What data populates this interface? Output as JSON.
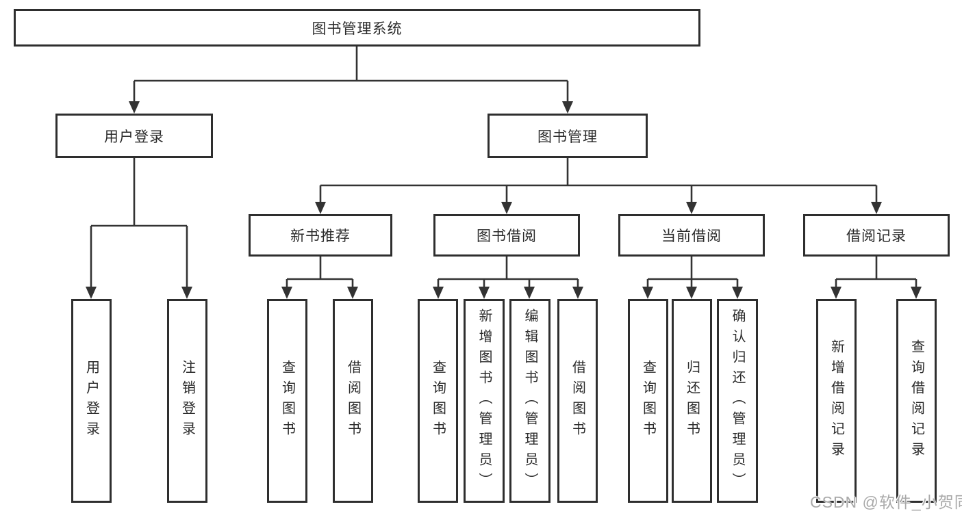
{
  "tree": {
    "root": {
      "label": "图书管理系统"
    },
    "branches": [
      {
        "label": "用户登录",
        "children": [
          {
            "label": "用户登录"
          },
          {
            "label": "注销登录"
          }
        ]
      },
      {
        "label": "图书管理",
        "children": [
          {
            "label": "新书推荐",
            "children": [
              {
                "label": "查询图书"
              },
              {
                "label": "借阅图书"
              }
            ]
          },
          {
            "label": "图书借阅",
            "children": [
              {
                "label": "查询图书"
              },
              {
                "label": "新增图书（管理员）"
              },
              {
                "label": "编辑图书（管理员）"
              },
              {
                "label": "借阅图书"
              }
            ]
          },
          {
            "label": "当前借阅",
            "children": [
              {
                "label": "查询图书"
              },
              {
                "label": "归还图书"
              },
              {
                "label": "确认归还（管理员）"
              }
            ]
          },
          {
            "label": "借阅记录",
            "children": [
              {
                "label": "新增借阅记录"
              },
              {
                "label": "查询借阅记录"
              }
            ]
          }
        ]
      }
    ]
  },
  "watermark": "CSDN @软件_小贺同学",
  "colors": {
    "line": "#333333",
    "box_border": "#2e2e2e",
    "box_fill": "#ffffff",
    "text": "#2b2b2b",
    "watermark": "#a9a9a9",
    "background": "#ffffff"
  }
}
